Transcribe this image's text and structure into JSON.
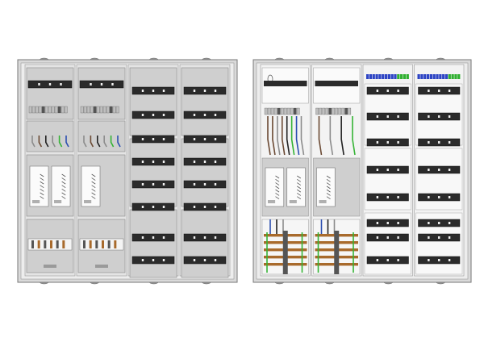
{
  "colors": {
    "background": "#ffffff",
    "cabinet_frame": "#9e9e9e",
    "panel_gray": "#cfcfcf",
    "panel_light": "#e4e4e4",
    "rail_black": "#2b2b2b",
    "din_rail": "#bdbdbd",
    "busbar_copper": "#a86a2c",
    "earth_green": "#35b335",
    "neutral_blue": "#2c4fb0",
    "wire_brown": "#6b4a34",
    "wire_black": "#222222",
    "wire_gray": "#8c8c8c",
    "terminal_blue": "#2d44c4",
    "terminal_green": "#2fb02f"
  },
  "views": [
    {
      "id": "front-closed",
      "icon": "distribution-cabinet-front-view"
    },
    {
      "id": "open-interior",
      "icon": "distribution-cabinet-interior-view"
    }
  ]
}
